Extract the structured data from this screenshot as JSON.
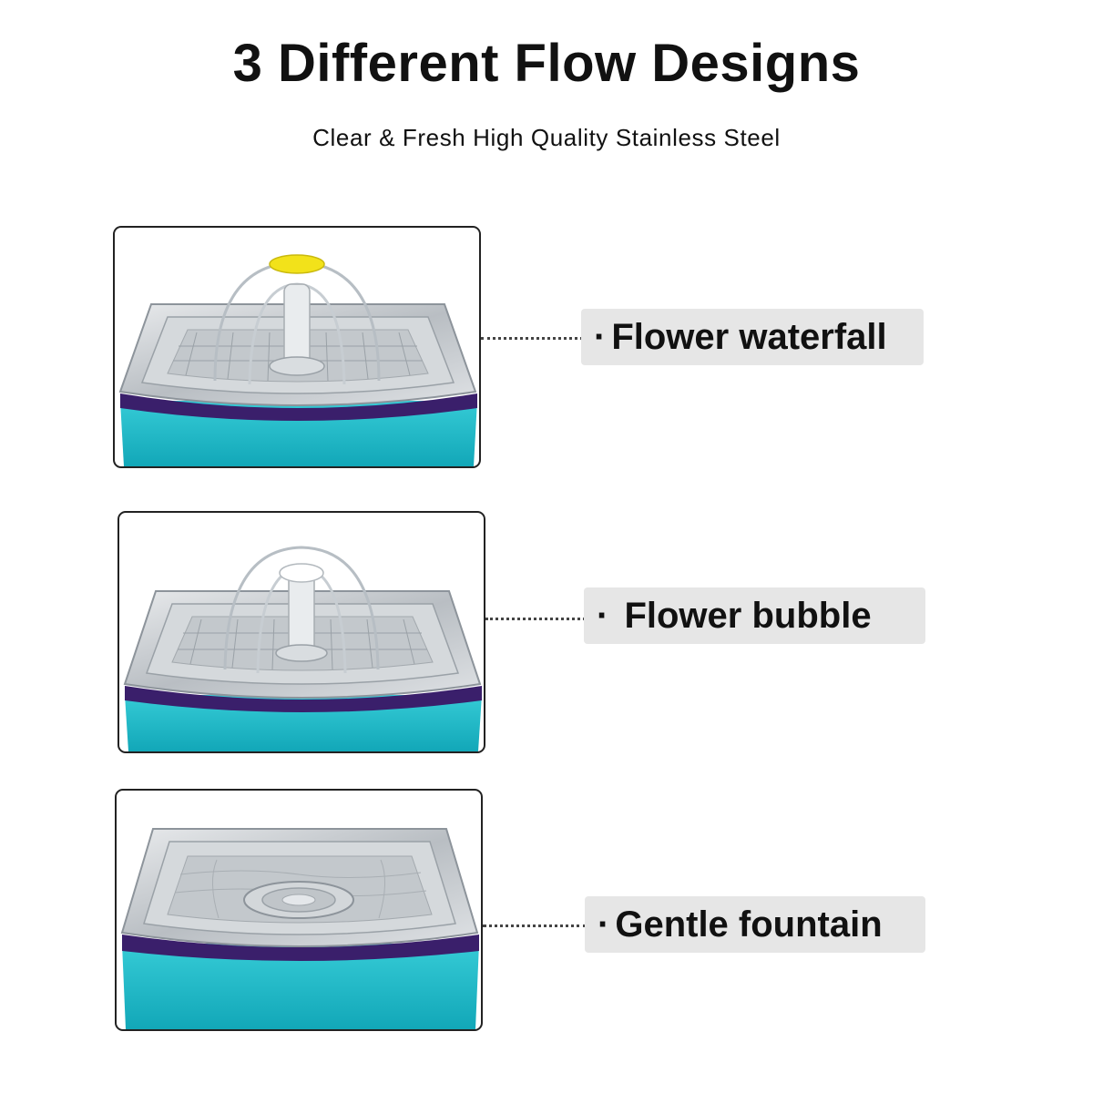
{
  "header": {
    "title": "3 Different Flow Designs",
    "subtitle": "Clear & Fresh High Quality Stainless Steel"
  },
  "designs": [
    {
      "label": "Flower waterfall",
      "has_flower": true,
      "flower_color": "#f2e21a"
    },
    {
      "label": "Flower bubble",
      "has_flower": true,
      "flower_color": "#ffffff"
    },
    {
      "label": "Gentle fountain",
      "has_flower": false
    }
  ],
  "bullet": "·",
  "colors": {
    "base_teal": "#1fb9c7",
    "base_dark": "#3a1f6b",
    "steel": "#c8ccd0",
    "label_bg": "#e6e6e6"
  }
}
